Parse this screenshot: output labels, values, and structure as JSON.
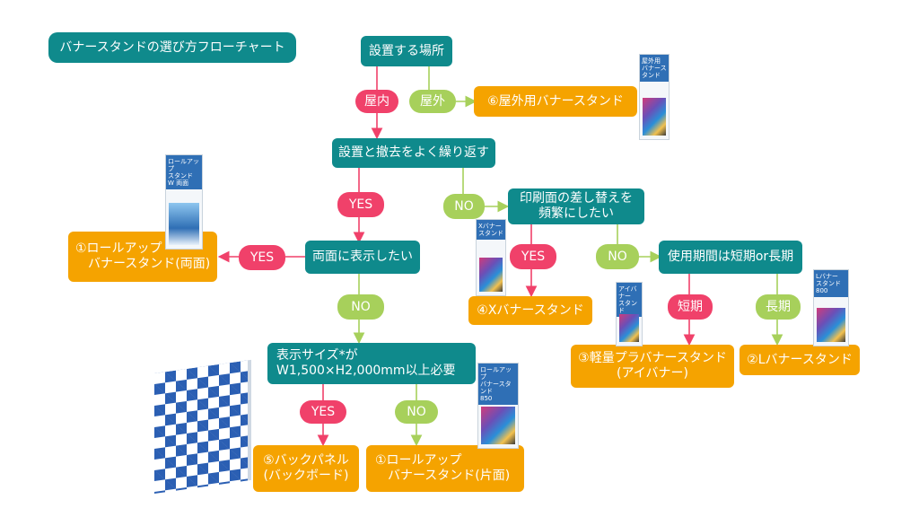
{
  "title": "バナースタンドの選び方フローチャート",
  "nodes": {
    "place": "設置する場所",
    "indoor": "屋内",
    "outdoor": "屋外",
    "outdoor_stand": "⑥屋外用バナースタンド",
    "repeat": "設置と撤去をよく繰り返す",
    "yes1": "YES",
    "no1": "NO",
    "swap": "印刷面の差し替えを\n頻繁にしたい",
    "both_sides": "両面に表示したい",
    "yes2": "YES",
    "rollup_both": "①ロールアップ\n　バナースタンド(両面)",
    "yes3": "YES",
    "x_stand": "④Xバナースタンド",
    "no2": "NO",
    "period": "使用期間は短期or長期",
    "short": "短期",
    "long": "長期",
    "no3": "NO",
    "light_stand": "③軽量プラバナースタンド\n(アイバナー)",
    "l_stand": "②Lバナースタンド",
    "size": "表示サイズ*が\nW1,500×H2,000mm以上必要",
    "yes4": "YES",
    "no4": "NO",
    "backpanel": "⑤バックパネル\n(バックボード)",
    "rollup_single": "①ロールアップ\n　バナースタンド(片面)"
  },
  "photos": {
    "outdoor": "屋外用\nバナースタンド",
    "rollup_w": "ロールアップ\nスタンド\nW 両面",
    "x": "Xバナー\nスタンド",
    "i": "アイバナー\nスタンド",
    "l": "Lバナー\nスタンド 800",
    "rollup850": "ロールアップ\nバナースタンド\n850"
  },
  "colors": {
    "teal": "#0f8a8c",
    "orange": "#f5a300",
    "pink": "#f0416a",
    "green": "#a7d05b",
    "yes_arrow": "#f0416a",
    "no_arrow": "#a7d05b"
  }
}
